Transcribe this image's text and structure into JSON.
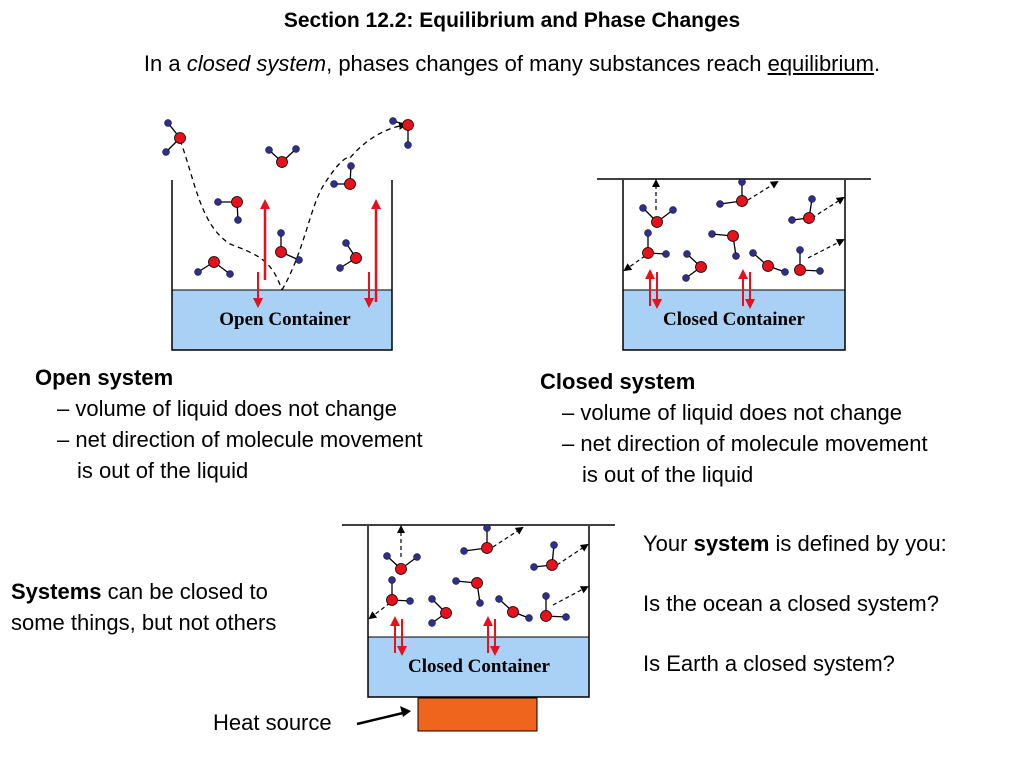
{
  "slide": {
    "title": "Section 12.2:  Equilibrium and Phase Changes",
    "subtitle": {
      "prefix": "In a ",
      "emphasis": "closed system",
      "middle": ", phases changes of many substances reach ",
      "underlined": "equilibrium",
      "suffix": "."
    }
  },
  "containers": {
    "open": {
      "label": "Open Container"
    },
    "closed_top": {
      "label": "Closed Container"
    },
    "closed_heated": {
      "label": "Closed Container"
    }
  },
  "open_system": {
    "heading": "Open system",
    "points": [
      "– volume of liquid does not change",
      "– net direction of molecule movement",
      "is out of the liquid"
    ]
  },
  "closed_system": {
    "heading": "Closed system",
    "points": [
      "– volume of liquid does not change",
      "– net direction of molecule movement",
      "is out of the liquid"
    ]
  },
  "systems_note": {
    "bold": "Systems",
    "line1_rest": " can be closed to",
    "line2": "some things, but not others"
  },
  "heat_source": {
    "label": "Heat source"
  },
  "definition": {
    "prefix": "Your ",
    "bold": "system",
    "suffix": " is defined by you:",
    "question1": "Is the ocean a closed system?",
    "question2": "Is Earth a closed system?"
  },
  "colors": {
    "liquid": "#a9d1f5",
    "container_outline": "#000000",
    "oxygen_atom": "#e8101a",
    "hydrogen_atom": "#2c2f8c",
    "vapor_arrow": "#e8101a",
    "heat_source": "#f0651e"
  }
}
